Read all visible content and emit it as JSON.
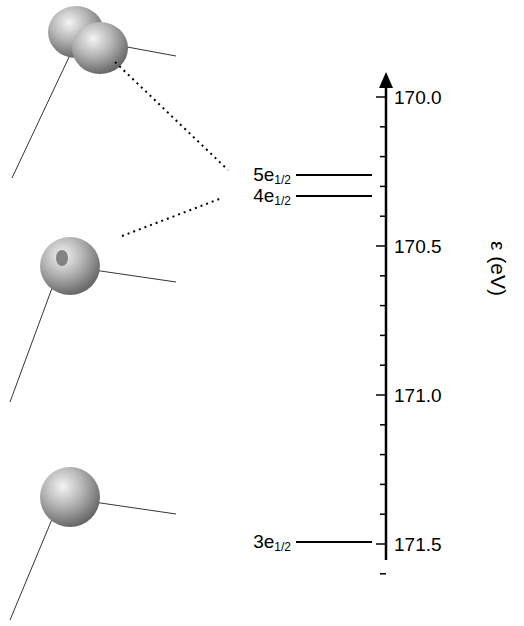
{
  "diagram": {
    "labels": [
      "5e1/2",
      "4e1/2",
      "3e1/2",
      "170.0",
      "170.5",
      "171.0",
      "171.5",
      "ε (eV)"
    ]
  }
}
